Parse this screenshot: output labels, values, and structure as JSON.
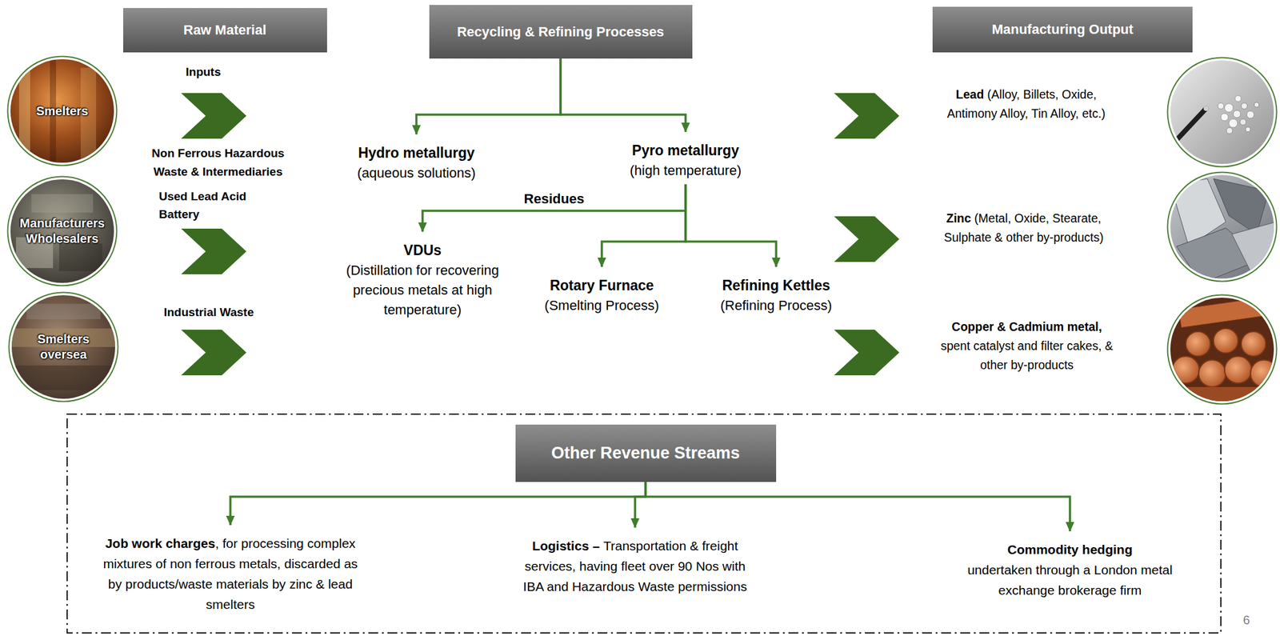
{
  "diagram": {
    "nodes": [
      {
        "text": [
          "Raw Material"
        ]
      },
      {
        "text": [
          "Recycling & Refining Processes"
        ]
      },
      {
        "text": [
          "Manufacturing Output"
        ]
      },
      {
        "text": [
          "Smelters"
        ]
      },
      {
        "text": [
          "Hydro metallurgy",
          "(aqueous solutions)"
        ]
      },
      {
        "text": [
          "Pyro metallurgy",
          "(high temperature)"
        ]
      },
      {
        "text": [
          "Lead",
          "(Alloy, Billets, Oxide, Antimony Alloy, Tin Alloy, etc.)"
        ]
      },
      {
        "text": [
          "Manufacturers Wholesalers"
        ]
      },
      {
        "text": [
          "VDUs",
          "(Distillation for recovering precious metals at high temperature)"
        ]
      },
      {
        "text": [
          "Rotary Furnace",
          "(Smelting Process)"
        ]
      },
      {
        "text": [
          "Refining Kettles",
          "(Refining Process)"
        ]
      },
      {
        "text": [
          "Zinc",
          "(Metal, Oxide, Stearate, Sulphate & other by-products)"
        ]
      },
      {
        "text": [
          "Smelters oversea"
        ]
      },
      {
        "text": [
          "Copper & Cadmium metal,",
          "spent catalyst and filter cakes, & other by-products"
        ]
      },
      {
        "text": [
          "Other Revenue Streams"
        ]
      },
      {
        "text": [
          "Job work charges",
          ", for processing complex mixtures of non ferrous metals, discarded as by products/waste materials by zinc & lead smelters"
        ]
      },
      {
        "text": [
          "Logistics –",
          "Transportation & freight services, having fleet over 90 Nos with IBA and Hazardous Waste permissions"
        ]
      },
      {
        "text": [
          "Commodity hedging",
          "undertaken through a London metal exchange brokerage firm"
        ]
      }
    ],
    "edges": [
      {
        "from": 1,
        "to": 4,
        "arrow": "to"
      },
      {
        "from": 1,
        "to": 5,
        "arrow": "to"
      },
      {
        "from": 5,
        "to": 8,
        "label": "Residues",
        "arrow": "to"
      },
      {
        "from": 5,
        "to": 9,
        "arrow": "to"
      },
      {
        "from": 5,
        "to": 10,
        "arrow": "to"
      },
      {
        "from": 14,
        "to": 15,
        "arrow": "to"
      },
      {
        "from": 14,
        "to": 16,
        "arrow": "to"
      },
      {
        "from": 14,
        "to": 17,
        "arrow": "to"
      }
    ],
    "labels": [
      "Inputs",
      "Non Ferrous Hazardous Waste & Intermediaries",
      "Used Lead Acid Battery",
      "Industrial Waste",
      "6"
    ]
  }
}
